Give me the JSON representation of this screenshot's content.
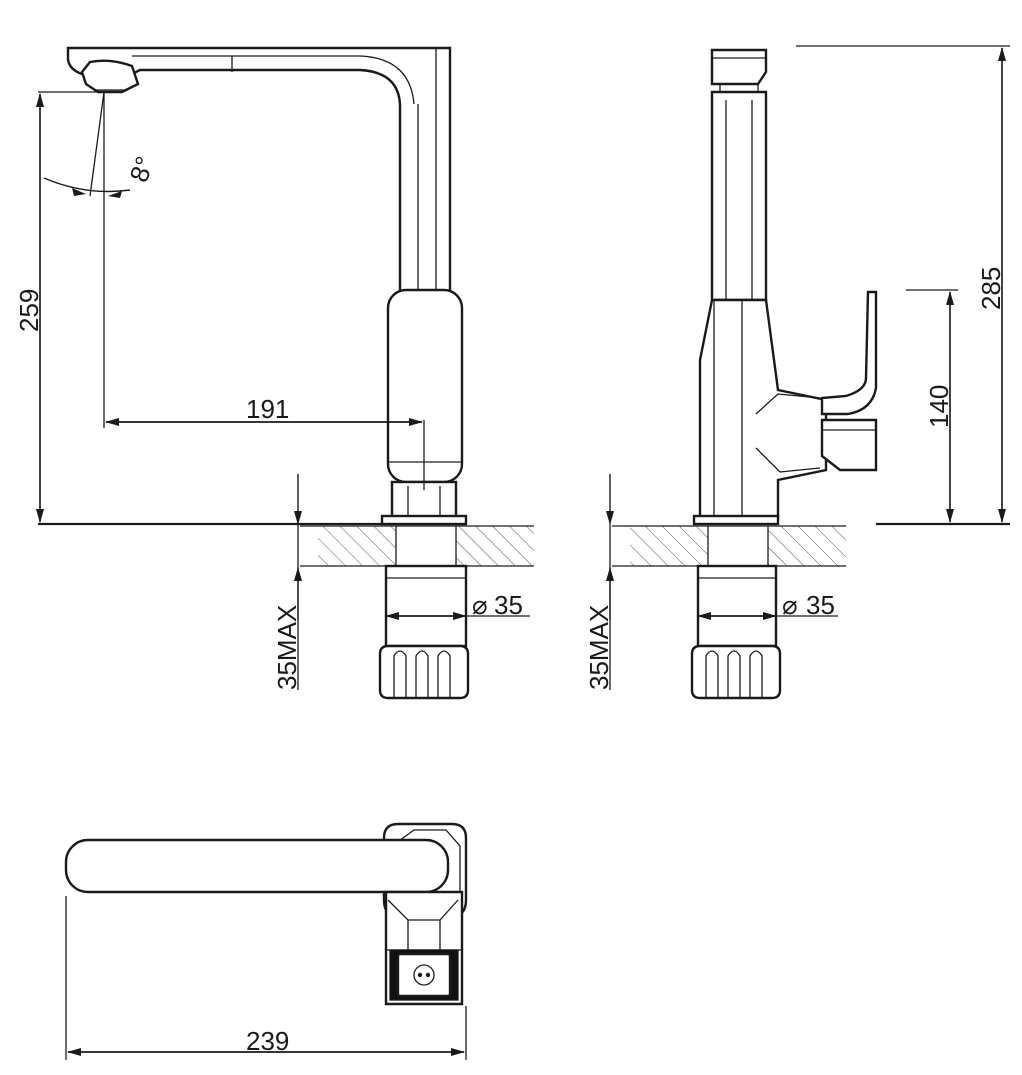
{
  "diagram": {
    "colors": {
      "line": "#1a1a1a",
      "background": "#ffffff"
    },
    "dimensions": {
      "height_left": "259",
      "reach": "191",
      "angle": "8°",
      "height_total": "285",
      "handle_height": "140",
      "max_thickness_left": "35MAX",
      "max_thickness_right": "35MAX",
      "hole_diameter_left": "35",
      "hole_diameter_right": "35",
      "diameter_symbol": "⌀",
      "top_length": "239"
    }
  }
}
